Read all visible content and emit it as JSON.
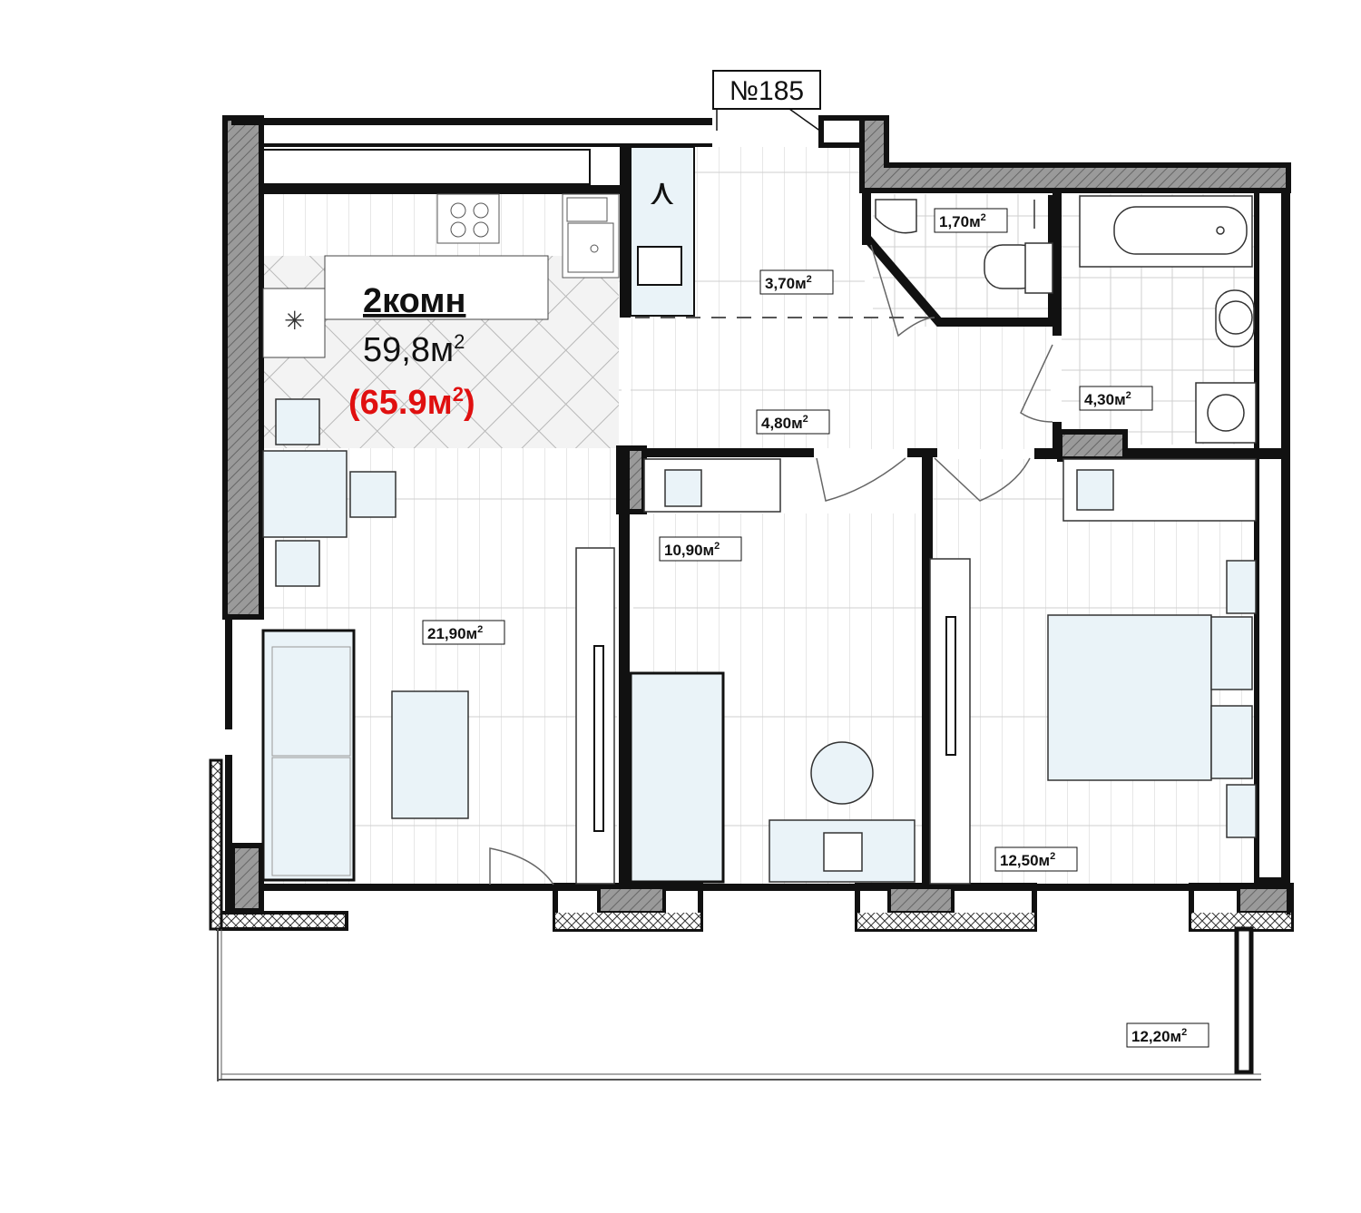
{
  "apartment": {
    "number": "№185",
    "type": "2комн",
    "area": "59,8м",
    "area_sup": "2",
    "total_area_open": "(65.9м",
    "total_area_sup": "2",
    "total_area_close": ")"
  },
  "rooms": [
    {
      "id": "bathroom-small",
      "area": "1,70м",
      "sup": "2"
    },
    {
      "id": "closet",
      "area": "3,70м",
      "sup": "2"
    },
    {
      "id": "hallway",
      "area": "4,80м",
      "sup": "2"
    },
    {
      "id": "bathroom",
      "area": "4,30м",
      "sup": "2"
    },
    {
      "id": "bedroom-small",
      "area": "10,90м",
      "sup": "2"
    },
    {
      "id": "living-kitchen",
      "area": "21,90м",
      "sup": "2"
    },
    {
      "id": "bedroom",
      "area": "12,50м",
      "sup": "2"
    },
    {
      "id": "loggia",
      "area": "12,20м",
      "sup": "2"
    }
  ],
  "colors": {
    "wall": "#111111",
    "hatch": "#888888",
    "furniture": "#eaf3f8",
    "floor_line": "#cfcfcf",
    "accent": "#e01010"
  }
}
